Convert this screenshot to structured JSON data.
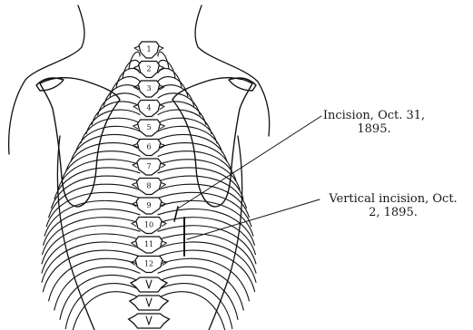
{
  "annotations": [
    {
      "line1": "Incision, Oct. 31,",
      "line2": "1895."
    },
    {
      "line1": "Vertical incision, Oct.",
      "line2": "2, 1895."
    }
  ],
  "vertebra_labels": [
    "1",
    "2",
    "3",
    "4",
    "5",
    "6",
    "7",
    "8",
    "9",
    "10",
    "11",
    "12"
  ]
}
